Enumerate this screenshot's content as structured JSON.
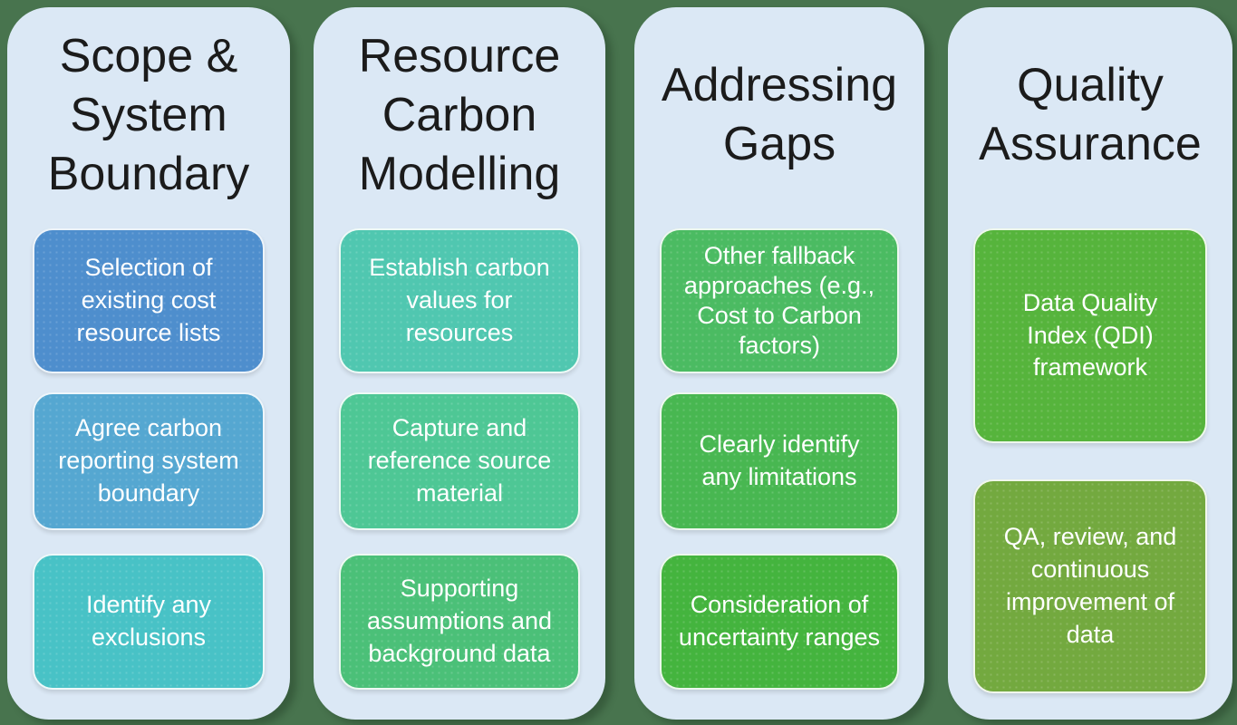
{
  "colors": {
    "background": "#48744e",
    "panel": "#dbe8f5",
    "title_text": "#1b1b1b",
    "box_text": "#ffffff"
  },
  "columns": [
    {
      "title": "Scope &\nSystem\nBoundary",
      "boxes": [
        {
          "label": "Selection of existing cost resource lists",
          "color": "#4e8ecd"
        },
        {
          "label": "Agree carbon reporting system boundary",
          "color": "#55a7d1"
        },
        {
          "label": "Identify any exclusions",
          "color": "#48c2c6"
        }
      ]
    },
    {
      "title": "Resource\nCarbon\nModelling",
      "boxes": [
        {
          "label": "Establish carbon values for resources",
          "color": "#50c7b0"
        },
        {
          "label": "Capture and reference source material",
          "color": "#4ec795"
        },
        {
          "label": "Supporting assumptions and background data",
          "color": "#4bc078"
        }
      ]
    },
    {
      "title": "Addressing\nGaps",
      "boxes": [
        {
          "label": "Other fallback approaches (e.g., Cost to Carbon factors)",
          "color": "#4bbb62"
        },
        {
          "label": "Clearly identify any limitations",
          "color": "#48b751"
        },
        {
          "label": "Consideration of uncertainty ranges",
          "color": "#44b43e"
        }
      ]
    },
    {
      "title": "Quality\nAssurance",
      "boxes": [
        {
          "label": "Data Quality Index (QDI) framework",
          "color": "#56b43c"
        },
        {
          "label": "QA, review, and continuous improvement of data",
          "color": "#73a93f"
        }
      ]
    }
  ]
}
